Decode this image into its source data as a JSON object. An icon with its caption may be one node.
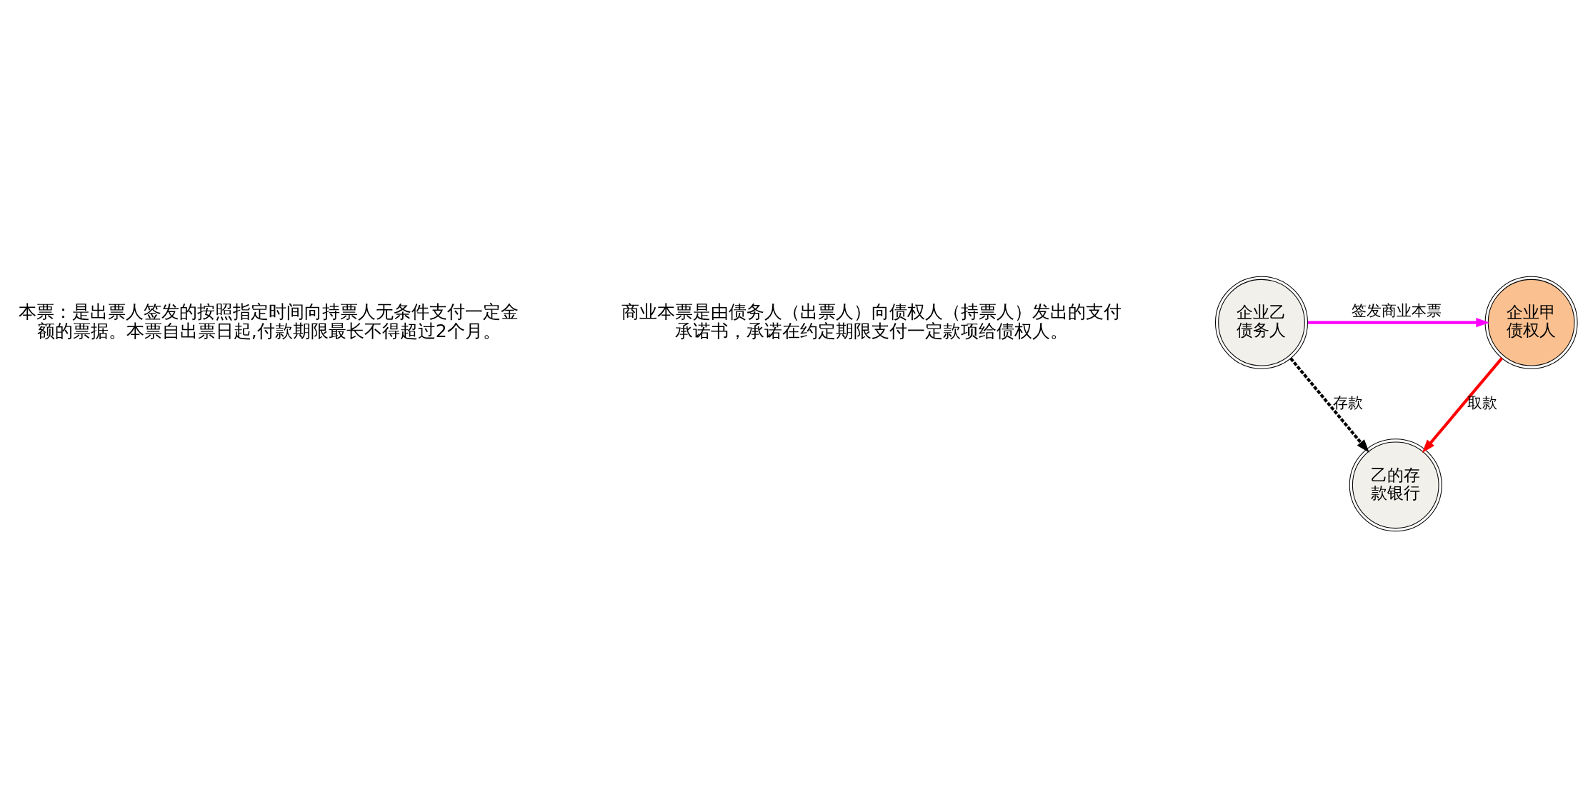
{
  "diagram": {
    "nodes": [
      {
        "text": [
          "企业乙债务人"
        ]
      },
      {
        "text": [
          "企业甲债权人"
        ]
      },
      {
        "text": [
          "乙的存款银行"
        ]
      }
    ],
    "edges": [
      {
        "from": 0,
        "to": 1,
        "arrow": "to",
        "label": "签发商业本票",
        "color": "#ff00ff"
      },
      {
        "from": 1,
        "to": 2,
        "arrow": "to",
        "label": "取款",
        "color": "#ff0000"
      },
      {
        "from": 0,
        "to": 2,
        "arrow": "to",
        "label": "存款",
        "style": "dashed",
        "color": "#000000"
      }
    ],
    "labels": [
      "本票：是出票人签发的按照指定时间向持票人无条件支付一定金额的票据。本票自出票日起,付款期限最长不得超过2个月。",
      "商业本票是由债务人（出票人）向债权人（持票人）发出的支付承诺书，承诺在约定期限支付一定款项给债权人。"
    ]
  }
}
